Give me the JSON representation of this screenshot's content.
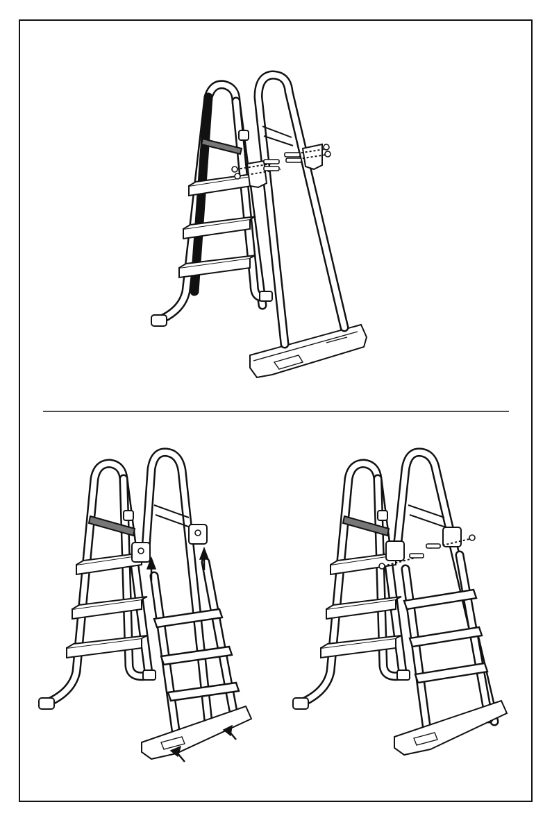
{
  "figure": {
    "panels": [
      {
        "id": "assembly-top",
        "view": "attach-inner-ladder-with-bolts"
      },
      {
        "id": "assembly-bottom-left",
        "view": "insert-inner-ladder-into-base"
      },
      {
        "id": "assembly-bottom-right",
        "view": "secure-inner-ladder-with-bolts"
      }
    ],
    "colors": {
      "line": "#111111",
      "background": "#ffffff",
      "brace_fill": "#777777"
    }
  }
}
